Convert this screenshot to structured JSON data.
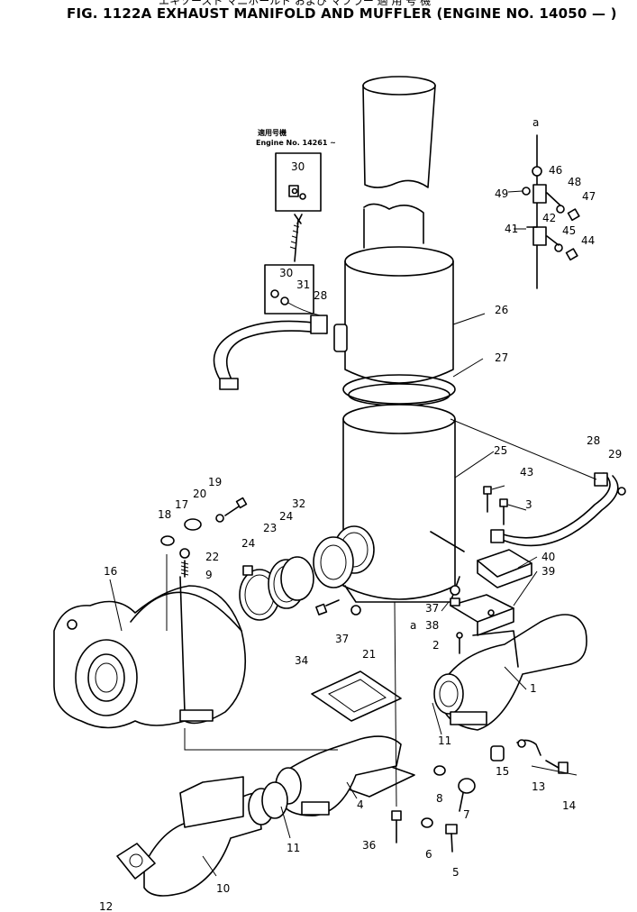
{
  "title": "FIG. 1122A  EXHAUST MANIFOLD AND MUFFLER (ENGINE NO. 14050 — )",
  "title_jp": "エキゾースト マニホールド および マフラー 適 用 号 機",
  "applicable_label_jp": "適用号機",
  "applicable_engine": "Engine No. 14261 ~",
  "callouts": [
    {
      "id": "c1",
      "text": "1"
    },
    {
      "id": "c2",
      "text": "2"
    },
    {
      "id": "c3",
      "text": "3"
    },
    {
      "id": "c4",
      "text": "4"
    },
    {
      "id": "c5",
      "text": "5"
    },
    {
      "id": "c6",
      "text": "6"
    },
    {
      "id": "c7",
      "text": "7"
    },
    {
      "id": "c8",
      "text": "8"
    },
    {
      "id": "c9",
      "text": "9"
    },
    {
      "id": "c10",
      "text": "10"
    },
    {
      "id": "c11a",
      "text": "11"
    },
    {
      "id": "c11b",
      "text": "11"
    },
    {
      "id": "c12",
      "text": "12"
    },
    {
      "id": "c13",
      "text": "13"
    },
    {
      "id": "c14",
      "text": "14"
    },
    {
      "id": "c15",
      "text": "15"
    },
    {
      "id": "c16",
      "text": "16"
    },
    {
      "id": "c17",
      "text": "17"
    },
    {
      "id": "c18",
      "text": "18"
    },
    {
      "id": "c19",
      "text": "19"
    },
    {
      "id": "c20",
      "text": "20"
    },
    {
      "id": "c21",
      "text": "21"
    },
    {
      "id": "c22",
      "text": "22"
    },
    {
      "id": "c23",
      "text": "23"
    },
    {
      "id": "c24a",
      "text": "24"
    },
    {
      "id": "c24b",
      "text": "24"
    },
    {
      "id": "c25",
      "text": "25"
    },
    {
      "id": "c26",
      "text": "26"
    },
    {
      "id": "c27",
      "text": "27"
    },
    {
      "id": "c28a",
      "text": "28"
    },
    {
      "id": "c28b",
      "text": "28"
    },
    {
      "id": "c29",
      "text": "29"
    },
    {
      "id": "c30a",
      "text": "30"
    },
    {
      "id": "c30b",
      "text": "30"
    },
    {
      "id": "c31",
      "text": "31"
    },
    {
      "id": "c32",
      "text": "32"
    },
    {
      "id": "c34",
      "text": "34"
    },
    {
      "id": "c36",
      "text": "36"
    },
    {
      "id": "c37a",
      "text": "37"
    },
    {
      "id": "c37b",
      "text": "37"
    },
    {
      "id": "c38",
      "text": "38"
    },
    {
      "id": "c39",
      "text": "39"
    },
    {
      "id": "c40",
      "text": "40"
    },
    {
      "id": "c41",
      "text": "41"
    },
    {
      "id": "c42",
      "text": "42"
    },
    {
      "id": "c43",
      "text": "43"
    },
    {
      "id": "c44",
      "text": "44"
    },
    {
      "id": "c45",
      "text": "45"
    },
    {
      "id": "c46",
      "text": "46"
    },
    {
      "id": "c47",
      "text": "47"
    },
    {
      "id": "c48",
      "text": "48"
    },
    {
      "id": "c49",
      "text": "49"
    },
    {
      "id": "ca1",
      "text": "a"
    },
    {
      "id": "ca2",
      "text": "a"
    }
  ]
}
